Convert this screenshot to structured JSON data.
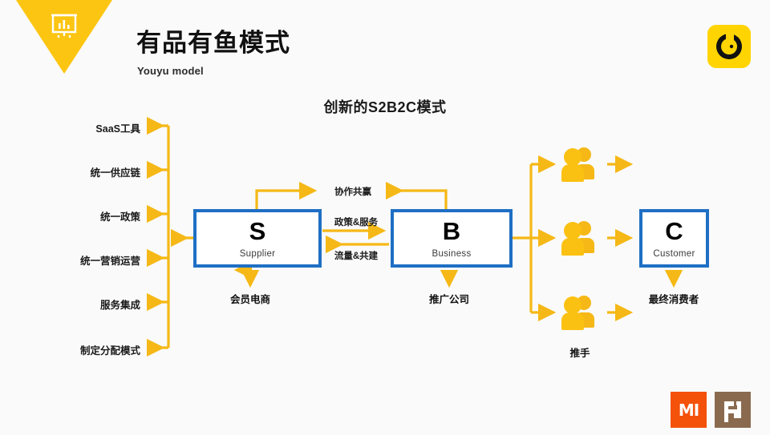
{
  "header": {
    "corner_icon": "presentation-chart-icon",
    "title_cn": "有品有鱼模式",
    "title_en": "Youyu model",
    "brand_logo": "circle-c-logo",
    "accent_yellow": "#FCC512",
    "logo_yellow": "#FFD400"
  },
  "diagram": {
    "title": "创新的S2B2C模式",
    "arrow_color": "#F5B816",
    "box_border_color": "#1F6FC4",
    "left_labels": [
      "SaaS工具",
      "统一供应链",
      "统一政策",
      "统一营销运营",
      "服务集成",
      "制定分配模式"
    ],
    "nodes": [
      {
        "letter": "S",
        "sub": "Supplier",
        "under": "会员电商"
      },
      {
        "letter": "B",
        "sub": "Business",
        "under": "推广公司"
      },
      {
        "letter": "C",
        "sub": "Customer",
        "under": "最终消费者"
      }
    ],
    "flow_labels": {
      "top": "协作共赢",
      "forward": "政策&服务",
      "backward": "流量&共建"
    },
    "people_label": "推手",
    "people_icon": "people-group-icon",
    "people_count": 3
  },
  "footer": {
    "logos": [
      {
        "name": "xiaomi-mi-logo",
        "text": "MI",
        "color": "#F4510A"
      },
      {
        "name": "youpin-logo",
        "text": "",
        "color": "#8A6A4F"
      }
    ]
  }
}
